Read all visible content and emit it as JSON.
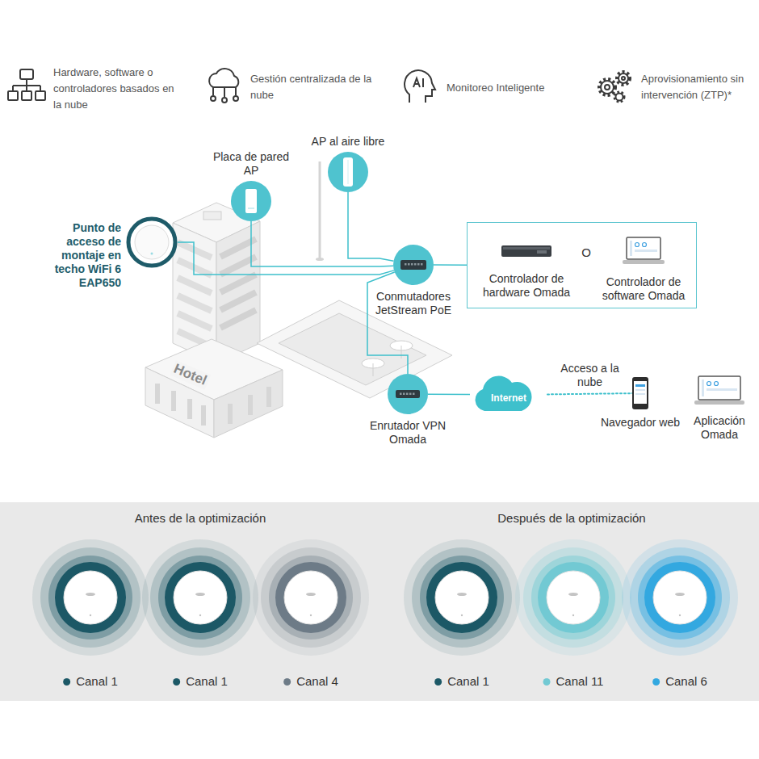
{
  "diagram": {
    "nodes": [
      {
        "text": [
          "Punto de acceso de montaje en techo WiFi 6 EAP650"
        ]
      },
      {
        "text": [
          "Placa de pared AP"
        ]
      },
      {
        "text": [
          "AP al aire libre"
        ]
      },
      {
        "text": [
          "Conmutadores JetStream PoE"
        ]
      },
      {
        "text": [
          "O"
        ]
      },
      {
        "text": [
          "Controlador de hardware Omada"
        ],
        "in": 4
      },
      {
        "text": [
          "Controlador de software Omada"
        ],
        "in": 4
      },
      {
        "text": [
          "Enrutador VPN Omada"
        ]
      },
      {
        "text": [
          "Internet"
        ]
      },
      {
        "text": [
          "Navegador web"
        ]
      },
      {
        "text": [
          "Aplicación Omada"
        ]
      },
      {
        "text": [
          "Canal 1"
        ]
      },
      {
        "text": [
          "Canal 1"
        ]
      },
      {
        "text": [
          "Canal 4"
        ]
      },
      {
        "text": [
          "Canal 1"
        ]
      },
      {
        "text": [
          "Canal 11"
        ]
      },
      {
        "text": [
          "Canal 6"
        ]
      }
    ],
    "edges": [
      {
        "from": 0,
        "to": 3,
        "arrow": "none"
      },
      {
        "from": 1,
        "to": 3,
        "arrow": "none"
      },
      {
        "from": 2,
        "to": 3,
        "arrow": "none"
      },
      {
        "from": 3,
        "to": 4,
        "arrow": "none"
      },
      {
        "from": 3,
        "to": 7,
        "arrow": "none"
      },
      {
        "from": 7,
        "to": 8,
        "arrow": "none"
      },
      {
        "from": 8,
        "to": 9,
        "label": "Acceso a la nube",
        "arrow": "none"
      }
    ],
    "labels": [
      "Hardware, software o controladores basados en la nube",
      "Gestión centralizada de la nube",
      "Monitoreo Inteligente",
      "Aprovisionamiento sin intervención (ZTP)*",
      "Hotel",
      "Antes de la optimización",
      "Después de la optimización"
    ]
  }
}
